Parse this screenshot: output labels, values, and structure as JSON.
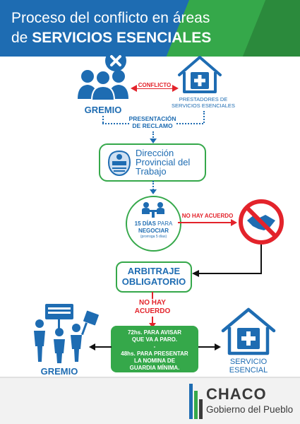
{
  "header": {
    "title_line1": "Proceso del conflicto en áreas",
    "title_line2_prefix": "de ",
    "title_line2_bold": "SERVICIOS ESENCIALES"
  },
  "top": {
    "gremio_label": "GREMIO",
    "conflicto_label": "CONFLICTO",
    "prestadores_label_line1": "PRESTADORES DE",
    "prestadores_label_line2": "SERVICIOS ESENCIALES",
    "presentacion_line1": "PRESENTACIÓN",
    "presentacion_line2": "DE RECLAMO"
  },
  "direccion": {
    "line1": "Dirección",
    "line2": "Provincial del",
    "line3": "Trabajo"
  },
  "negociar": {
    "line1": "15 DÍAS",
    "line1_suffix": " PARA",
    "line2": "NEGOCIAR",
    "note": "(prorroga 5 días)",
    "no_acuerdo": "NO HAY ACUERDO"
  },
  "arbitraje": {
    "line1": "ARBITRAJE",
    "line2": "OBLIGATORIO",
    "no_hay": "NO HAY",
    "acuerdo": "ACUERDO"
  },
  "bottom": {
    "gremio_label": "GREMIO",
    "servicio_line1": "SERVICIO",
    "servicio_line2": "ESENCIAL",
    "info_line1": "72hs. PARA AVISAR",
    "info_line2": "QUE VA A PARO.",
    "info_dash": "-",
    "info_line3": "48hs. PARA PRESENTAR",
    "info_line4": "LA NOMINA DE",
    "info_line5": "GUARDIA MÍNIMA."
  },
  "footer": {
    "brand": "CHACO",
    "subtitle": "Gobierno del Pueblo"
  },
  "colors": {
    "blue": "#1e6cb2",
    "green": "#35a84a",
    "red": "#e3232b"
  }
}
